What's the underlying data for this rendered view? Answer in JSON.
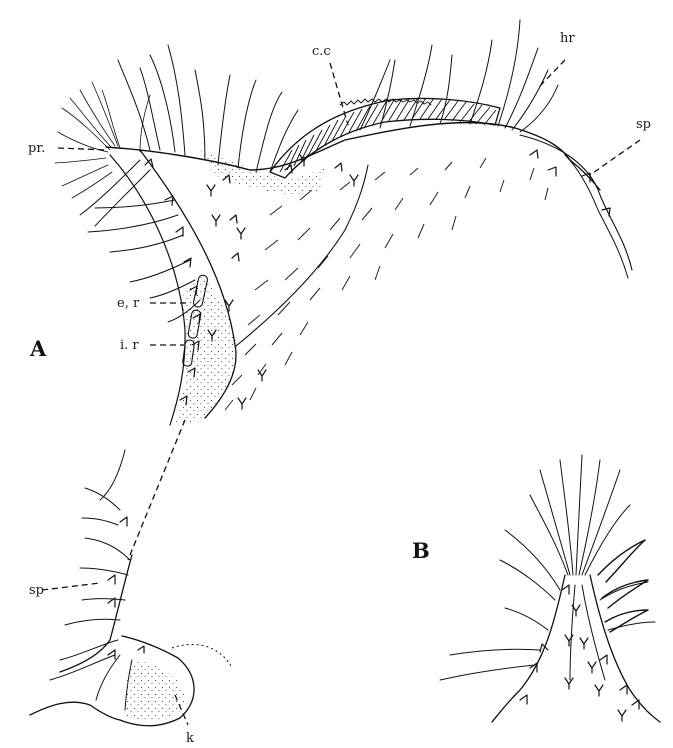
{
  "figure": {
    "panel_a": "A",
    "panel_b": "B",
    "labels": {
      "cc": "c.c",
      "hr": "hr",
      "pr": "pr.",
      "sp_top": "sp",
      "er": "e, r",
      "ir": "i. r",
      "sp_bottom": "sp",
      "k": "k"
    }
  }
}
